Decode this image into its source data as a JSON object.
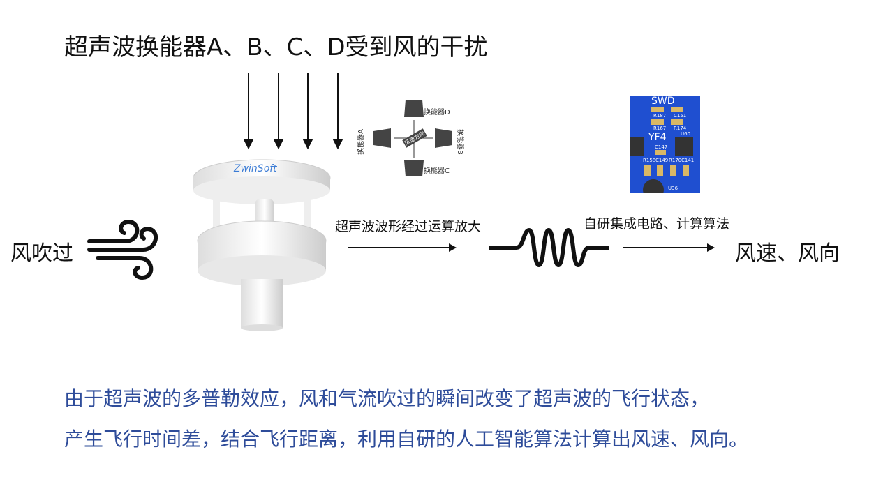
{
  "title": "超声波换能器A、B、C、D受到风的干扰",
  "wind_label": "风吹过",
  "transducers": {
    "a": "换能器A",
    "b": "换能器B",
    "c": "换能器C",
    "d": "换能器D",
    "center": "风速方向"
  },
  "sensor_brand": "ZwinSoft",
  "step1": "超声波波形经过运算放大",
  "step2": "自研集成电路、计算算法",
  "result": "风速、风向",
  "pcb": {
    "labels": [
      "SWD",
      "R187",
      "C151",
      "R167",
      "R174",
      "U60",
      "YF4",
      "C147",
      "R158",
      "C149",
      "R170",
      "C141",
      "U36"
    ]
  },
  "description": [
    "由于超声波的多普勒效应，风和气流吹过的瞬间改变了超声波的飞行状态，",
    "产生飞行时间差，结合飞行距离，利用自研的人工智能算法计算出风速、风向。"
  ],
  "colors": {
    "description": "#2e4c9a",
    "pcb": "#1f4fd0"
  }
}
